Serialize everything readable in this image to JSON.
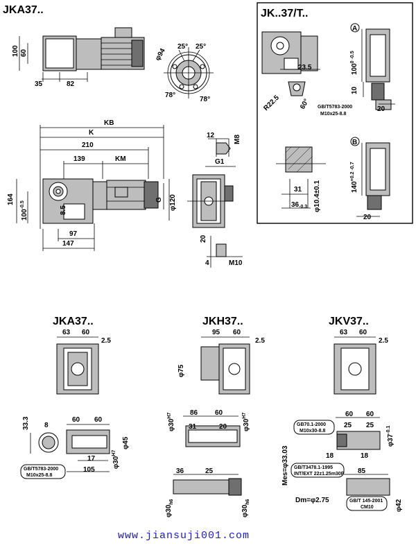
{
  "titles": {
    "top_left": "JKA37..",
    "inset": "JK..37/T..",
    "bottom_a": "JKA37..",
    "bottom_h": "JKH37..",
    "bottom_v": "JKV37.."
  },
  "top_motor": {
    "d100": "100",
    "d60": "60",
    "d35": "35",
    "d82": "82"
  },
  "flange_view": {
    "a25l": "25°",
    "a25r": "25°",
    "d94": "φ94",
    "a78l": "78°",
    "a78r": "78°"
  },
  "main_view": {
    "kb": "KB",
    "k": "K",
    "d210": "210",
    "d139": "139",
    "km": "KM",
    "d164": "164",
    "d100": "100",
    "d100_tol": "-0.5",
    "d85": "8.5",
    "d97": "97",
    "d147": "147",
    "g": "G",
    "d120": "φ120"
  },
  "key_detail": {
    "d12": "12",
    "m8": "M8"
  },
  "side_view": {
    "g1": "G1",
    "d20": "20",
    "d4": "4",
    "m10": "M10"
  },
  "inset": {
    "label_a": "A",
    "label_b": "B",
    "d235": "23.5",
    "r225": "R22.5",
    "a60": "60°",
    "bolt_note_1": "GB/T5783-2000",
    "bolt_note_2": "M10x25-8.8",
    "d100": "100",
    "d100_tol": "0 -0.5",
    "d10": "10",
    "d20a": "20",
    "d31": "31",
    "d36": "36",
    "d36_tol": "-0.3",
    "d104": "φ10.4±0.1",
    "d140": "140",
    "d140_tol": "+0.2 -0.7",
    "d20b": "20"
  },
  "bottom_a": {
    "d63": "63",
    "d60": "60",
    "d25": "2.5",
    "d333": "33.3",
    "d8": "8",
    "d60a": "60",
    "d60b": "60",
    "d45": "φ45",
    "d17": "17",
    "d105": "105",
    "d30h7": "φ30",
    "d30h7_sup": "H7",
    "bolt_note_1": "GB/T5783-2000",
    "bolt_note_2": "M10x25-8.8"
  },
  "bottom_h": {
    "d95": "95",
    "d60": "60",
    "d25": "2.5",
    "d75": "φ75",
    "d30l": "φ30",
    "d30l_sup": "H7",
    "d86": "86",
    "d60a": "60",
    "d31": "31",
    "d20": "20",
    "d30r": "φ30",
    "d30r_sup": "H7",
    "d36": "36",
    "d25b": "25",
    "d30bl": "φ30",
    "d30bl_sub": "h6",
    "d30br": "φ30",
    "d30br_sub": "h6"
  },
  "bottom_v": {
    "d63": "63",
    "d60": "60",
    "d25": "2.5",
    "note1_1": "GB70.1-2000",
    "note1_2": "M10x30-8.8",
    "d60a": "60",
    "d60b": "60",
    "d25a": "25",
    "d25b": "25",
    "d37": "φ37",
    "d37_sup": "-0.1",
    "d18a": "18",
    "d18b": "18",
    "note2_1": "GB/T3478.1-1995",
    "note2_2": "INT/EXT 22z1.25m30P",
    "d85": "85",
    "mes": "Mes=φ33.03",
    "dm": "Dm=φ2.75",
    "d42": "φ42",
    "note3_1": "GB/T 145-2001",
    "note3_2": "CM10"
  },
  "watermark": "www.jiansuji001.com"
}
